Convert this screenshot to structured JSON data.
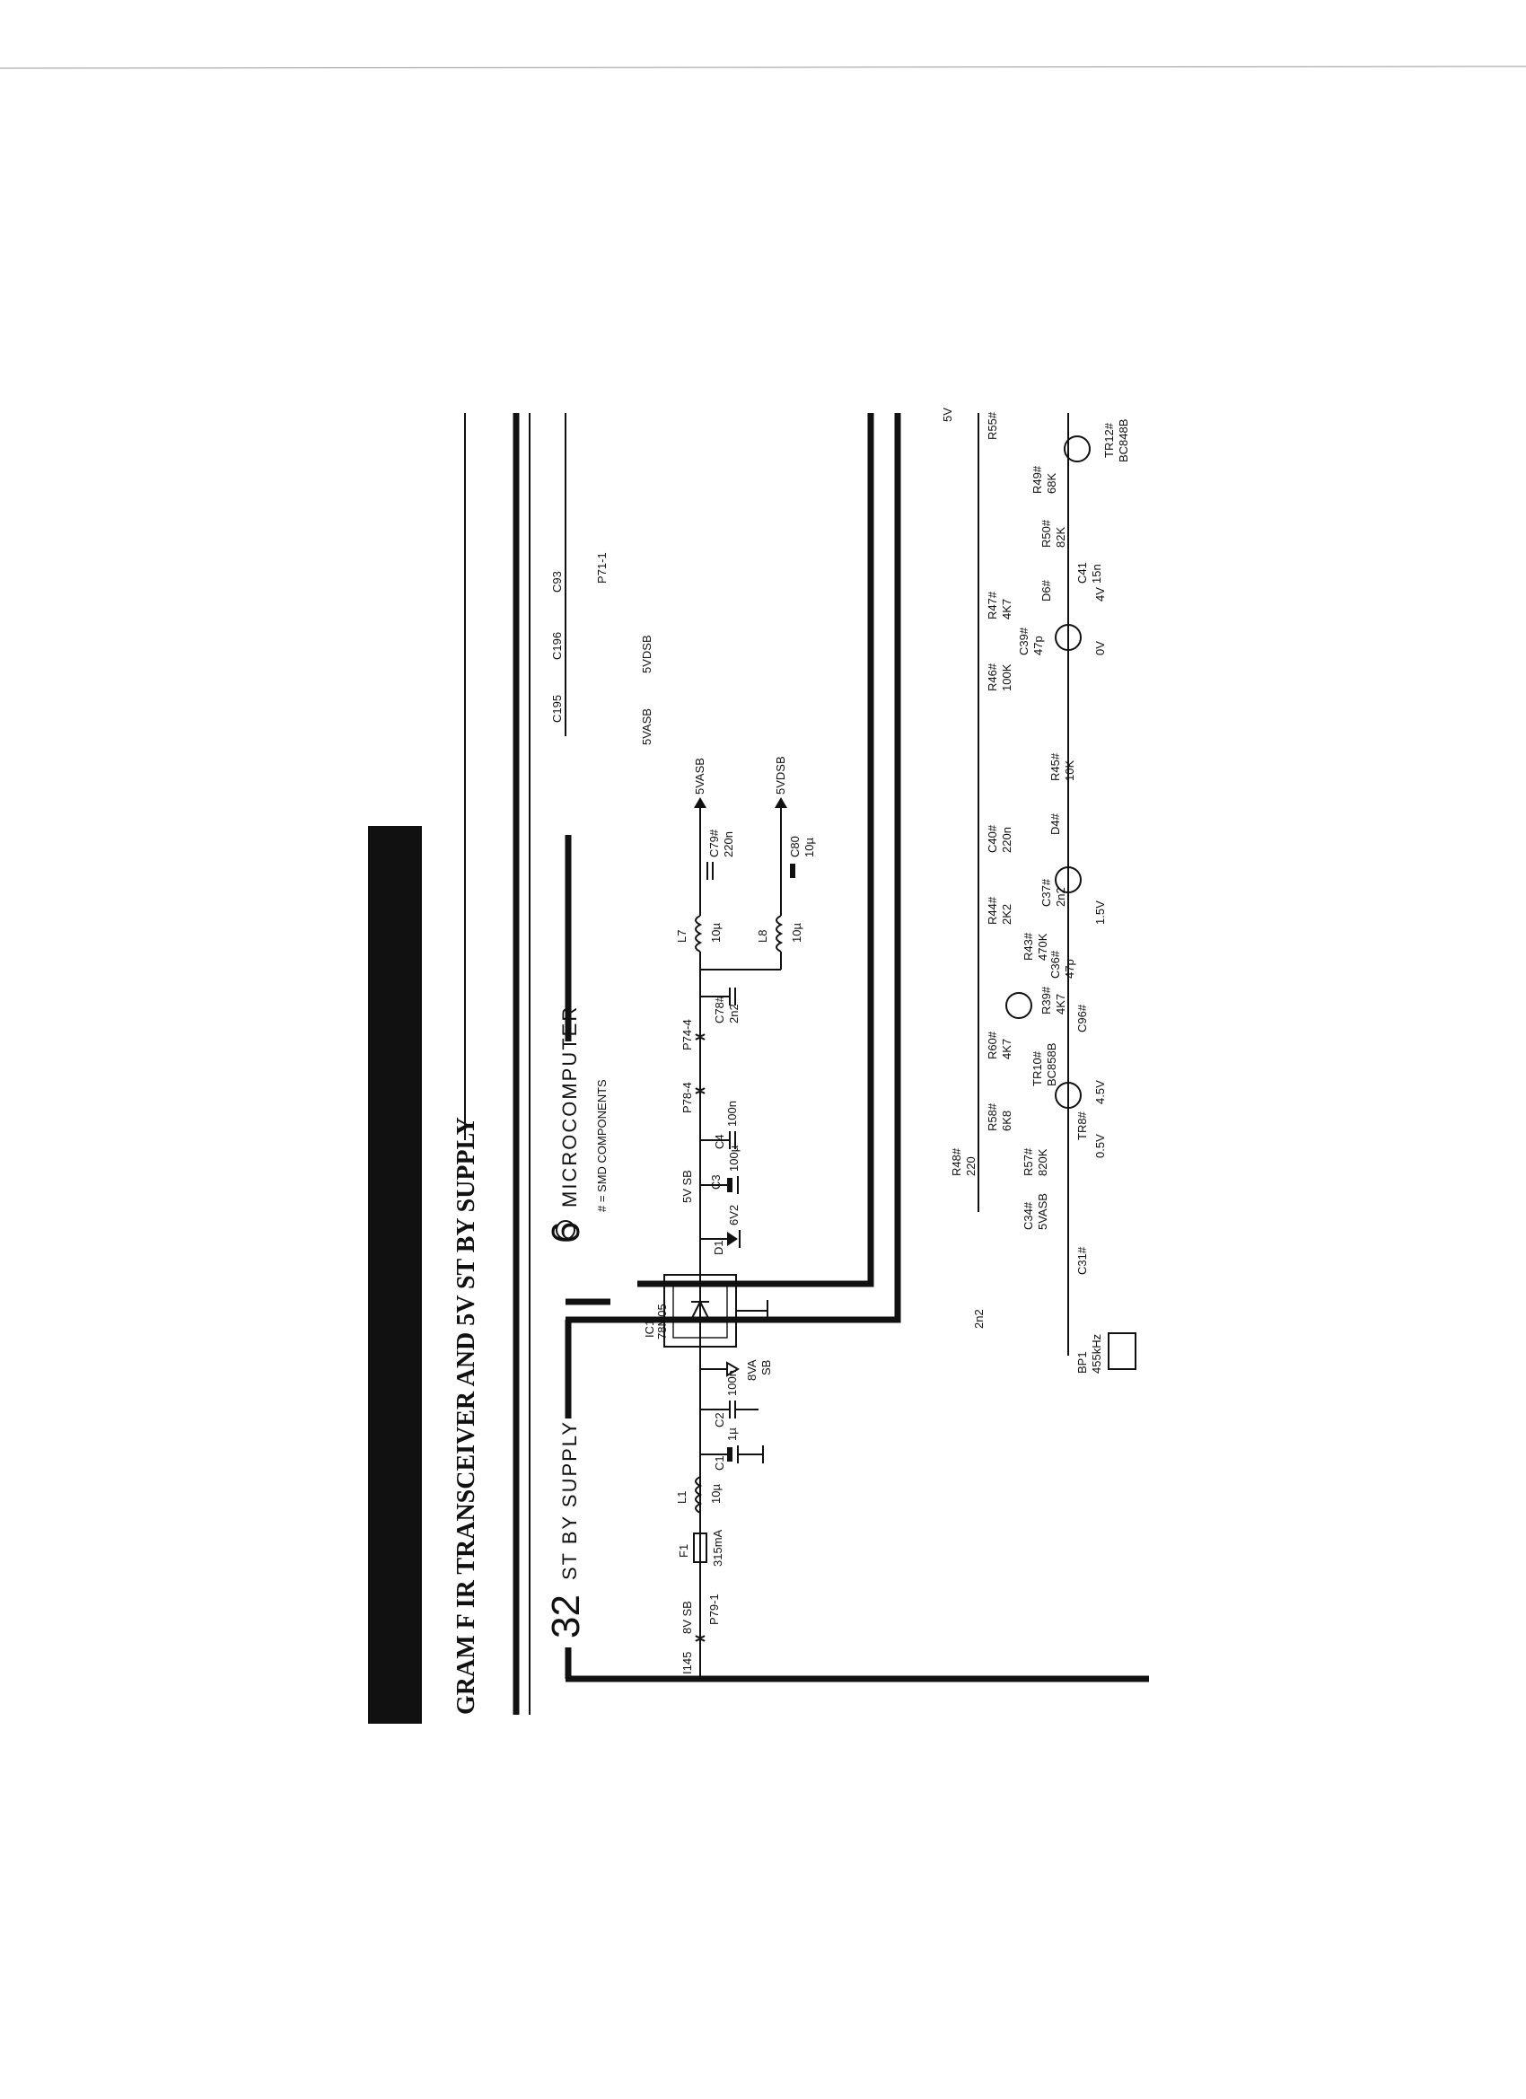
{
  "page": {
    "title": "GRAM F IR TRANSCEIVER AND 5V ST BY SUPPLY",
    "section_standby": "ST BY SUPPLY",
    "section_standby_num": "32",
    "section_micro": "MICROCOMPUTER",
    "section_micro_num": "6",
    "note": "# = SMD COMPONENTS"
  },
  "supply_labels": [
    {
      "id": "i145",
      "text": "I145"
    },
    {
      "id": "8vsb",
      "text": "8V SB"
    },
    {
      "id": "p79",
      "text": "P79-1"
    },
    {
      "id": "f1",
      "text": "F1"
    },
    {
      "id": "f1v",
      "text": "315mA"
    },
    {
      "id": "l1",
      "text": "L1"
    },
    {
      "id": "l1v",
      "text": "10µ"
    },
    {
      "id": "c1",
      "text": "C1"
    },
    {
      "id": "c1v",
      "text": "1µ"
    },
    {
      "id": "c2",
      "text": "C2"
    },
    {
      "id": "c2v",
      "text": "100n"
    },
    {
      "id": "8vasb",
      "text": "8VA"
    },
    {
      "id": "8vasb2",
      "text": "SB"
    },
    {
      "id": "ic1",
      "text": "IC1"
    },
    {
      "id": "ic1v",
      "text": "78M05"
    },
    {
      "id": "d1",
      "text": "D1"
    },
    {
      "id": "d1v",
      "text": "6V2"
    },
    {
      "id": "5vsb",
      "text": "5V SB"
    },
    {
      "id": "c3",
      "text": "C3"
    },
    {
      "id": "c3v",
      "text": "100µ"
    },
    {
      "id": "c4",
      "text": "C4"
    },
    {
      "id": "c4v",
      "text": "100n"
    },
    {
      "id": "p78",
      "text": "P78-4"
    },
    {
      "id": "p74",
      "text": "P74-4"
    },
    {
      "id": "c78",
      "text": "C78#"
    },
    {
      "id": "c78v",
      "text": "2n2"
    },
    {
      "id": "l7",
      "text": "L7"
    },
    {
      "id": "l7v",
      "text": "10µ"
    },
    {
      "id": "l8",
      "text": "L8"
    },
    {
      "id": "l8v",
      "text": "10µ"
    },
    {
      "id": "c79",
      "text": "C79#"
    },
    {
      "id": "c79v",
      "text": "220n"
    },
    {
      "id": "c80",
      "text": "C80"
    },
    {
      "id": "c80v",
      "text": "10µ"
    },
    {
      "id": "5vasb",
      "text": "5VASB"
    },
    {
      "id": "5vdsb",
      "text": "5VDSB"
    },
    {
      "id": "c195",
      "text": "C195"
    },
    {
      "id": "c196",
      "text": "C196"
    },
    {
      "id": "c93",
      "text": "C93"
    },
    {
      "id": "p71",
      "text": "P71-1"
    },
    {
      "id": "5vasb2",
      "text": "5VASB"
    },
    {
      "id": "5vdsb2",
      "text": "5VDSB"
    }
  ],
  "receiver_labels": [
    {
      "id": "5v",
      "text": "5V"
    },
    {
      "id": "r55",
      "text": "R55#"
    },
    {
      "id": "r49",
      "text": "R49#"
    },
    {
      "id": "r49v",
      "text": "68K"
    },
    {
      "id": "tr12",
      "text": "TR12#"
    },
    {
      "id": "tr12v",
      "text": "BC848B"
    },
    {
      "id": "r50",
      "text": "R50#"
    },
    {
      "id": "r50v",
      "text": "82K"
    },
    {
      "id": "c41",
      "text": "C41"
    },
    {
      "id": "c41v",
      "text": "15n"
    },
    {
      "id": "d6",
      "text": "D6#"
    },
    {
      "id": "r47",
      "text": "R47#"
    },
    {
      "id": "r47v",
      "text": "4K7"
    },
    {
      "id": "c39",
      "text": "C39#"
    },
    {
      "id": "c39v",
      "text": "47p"
    },
    {
      "id": "r46",
      "text": "R46#"
    },
    {
      "id": "r46v",
      "text": "100K"
    },
    {
      "id": "r45",
      "text": "R45#"
    },
    {
      "id": "r45v",
      "text": "10K"
    },
    {
      "id": "d4",
      "text": "D4#"
    },
    {
      "id": "c40",
      "text": "C40#"
    },
    {
      "id": "c40v",
      "text": "220n"
    },
    {
      "id": "c37",
      "text": "C37#"
    },
    {
      "id": "c37v",
      "text": "2n2"
    },
    {
      "id": "r44",
      "text": "R44#"
    },
    {
      "id": "r44v",
      "text": "2K2"
    },
    {
      "id": "r43",
      "text": "R43#"
    },
    {
      "id": "r43v",
      "text": "470K"
    },
    {
      "id": "c36",
      "text": "C36#"
    },
    {
      "id": "c36v",
      "text": "47p"
    },
    {
      "id": "r39",
      "text": "R39#"
    },
    {
      "id": "r39v",
      "text": "4K7"
    },
    {
      "id": "c96",
      "text": "C96#"
    },
    {
      "id": "r60",
      "text": "R60#"
    },
    {
      "id": "r60v",
      "text": "4K7"
    },
    {
      "id": "tr10",
      "text": "TR10#"
    },
    {
      "id": "tr10v",
      "text": "BC858B"
    },
    {
      "id": "r58",
      "text": "R58#"
    },
    {
      "id": "r58v",
      "text": "6K8"
    },
    {
      "id": "r48",
      "text": "R48#"
    },
    {
      "id": "r48v",
      "text": "220"
    },
    {
      "id": "r57",
      "text": "R57#"
    },
    {
      "id": "r57v",
      "text": "820K"
    },
    {
      "id": "tr8",
      "text": "TR8#"
    },
    {
      "id": "c34",
      "text": "C34#"
    },
    {
      "id": "c34v",
      "text": "2n2"
    },
    {
      "id": "5vasb3",
      "text": "5VASB"
    },
    {
      "id": "c31",
      "text": "C31#"
    },
    {
      "id": "bp1",
      "text": "BP1"
    },
    {
      "id": "bp1v",
      "text": "455kHz"
    },
    {
      "id": "v45",
      "text": "4.5V"
    },
    {
      "id": "v05",
      "text": "0.5V"
    },
    {
      "id": "v15",
      "text": "1.5V"
    },
    {
      "id": "v0",
      "text": "0V"
    },
    {
      "id": "v4",
      "text": "4V"
    }
  ]
}
